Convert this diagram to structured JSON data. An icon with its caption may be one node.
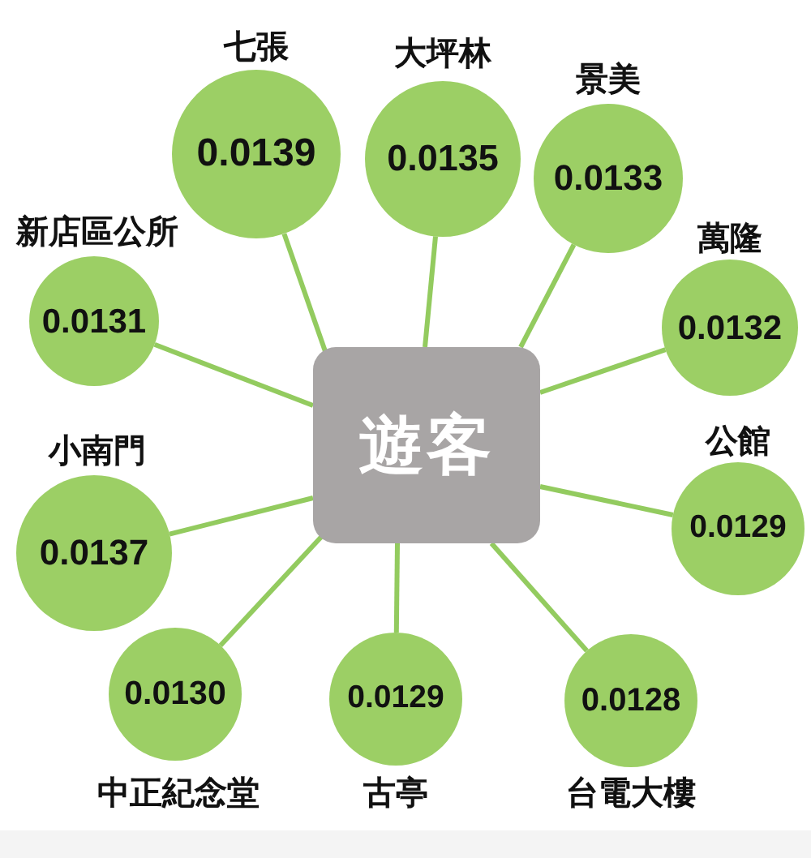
{
  "diagram": {
    "nodes": [
      {
        "text": [
          "遊客"
        ]
      },
      {
        "text": [
          "0.0139"
        ],
        "beside": [
          "七張"
        ]
      },
      {
        "text": [
          "0.0135"
        ],
        "beside": [
          "大坪林"
        ]
      },
      {
        "text": [
          "0.0133"
        ],
        "beside": [
          "景美"
        ]
      },
      {
        "text": [
          "0.0131"
        ],
        "beside": [
          "新店區公所"
        ]
      },
      {
        "text": [
          "0.0132"
        ],
        "beside": [
          "萬隆"
        ]
      },
      {
        "text": [
          "0.0137"
        ],
        "beside": [
          "小南門"
        ]
      },
      {
        "text": [
          "0.0129"
        ],
        "beside": [
          "公館"
        ]
      },
      {
        "text": [
          "0.0130"
        ],
        "beside": [
          "中正紀念堂"
        ]
      },
      {
        "text": [
          "0.0129"
        ],
        "beside": [
          "古亭"
        ]
      },
      {
        "text": [
          "0.0128"
        ],
        "beside": [
          "台電大樓"
        ]
      }
    ],
    "edges": [
      {
        "from": 0,
        "to": 1,
        "arrow": "none"
      },
      {
        "from": 0,
        "to": 2,
        "arrow": "none"
      },
      {
        "from": 0,
        "to": 3,
        "arrow": "none"
      },
      {
        "from": 0,
        "to": 4,
        "arrow": "none"
      },
      {
        "from": 0,
        "to": 5,
        "arrow": "none"
      },
      {
        "from": 0,
        "to": 6,
        "arrow": "none"
      },
      {
        "from": 0,
        "to": 7,
        "arrow": "none"
      },
      {
        "from": 0,
        "to": 8,
        "arrow": "none"
      },
      {
        "from": 0,
        "to": 9,
        "arrow": "none"
      },
      {
        "from": 0,
        "to": 10,
        "arrow": "none"
      }
    ]
  }
}
